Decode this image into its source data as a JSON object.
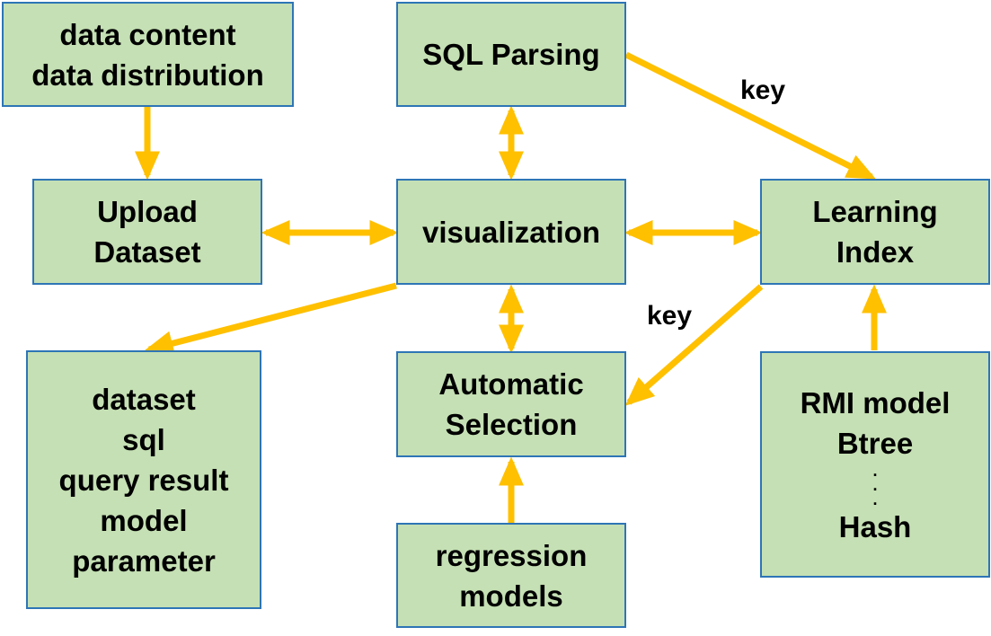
{
  "nodes": {
    "data_info": {
      "lines": [
        "data content",
        "data distribution"
      ]
    },
    "sql_parsing": {
      "lines": [
        "SQL Parsing"
      ]
    },
    "upload_dataset": {
      "lines": [
        "Upload",
        "Dataset"
      ]
    },
    "visualization": {
      "lines": [
        "visualization"
      ]
    },
    "learning_index": {
      "lines": [
        "Learning",
        "Index"
      ]
    },
    "outputs": {
      "lines": [
        "dataset",
        "sql",
        "query result",
        "model",
        "parameter"
      ]
    },
    "automatic_selection": {
      "lines": [
        "Automatic",
        "Selection"
      ]
    },
    "index_models": {
      "lines": [
        "RMI model",
        "Btree",
        "Hash"
      ],
      "dots": [
        ".",
        ".",
        "."
      ]
    },
    "regression_models": {
      "lines": [
        "regression",
        "models"
      ]
    }
  },
  "edge_labels": {
    "sql_to_index": "key",
    "index_to_selection": "key"
  },
  "colors": {
    "node_fill": "#c5e0b4",
    "node_border": "#2e75b6",
    "arrow": "#ffc000"
  }
}
